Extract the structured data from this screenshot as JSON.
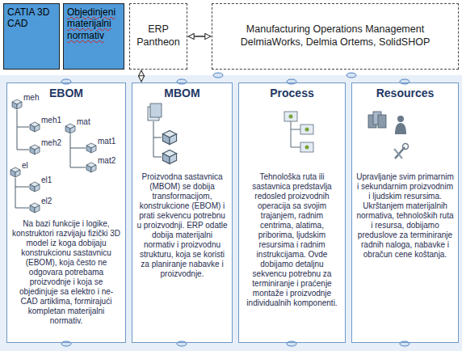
{
  "diagram": {
    "nodes": [
      {
        "text": [
          "CATIA 3D CAD"
        ]
      },
      {
        "text": [
          "Objedinjeni materijalni normativ"
        ]
      },
      {
        "text": [
          "ERP Pantheon"
        ]
      },
      {
        "text": [
          "Manufacturing Operations Management",
          "DelmiaWorks, Delmia Ortems, SolidSHOP"
        ]
      },
      {
        "text": [
          "EBOM",
          "Na bazi funkcije i logike, konstruktori razvijaju fizički 3D model iz koga dobijaju konstrukcionu sastavnicu (EBOM), koja često ne odgovara potrebama proizvodnje i koja se objedinjuje sa elektro i ne-CAD artiklima, formirajući kompletan materijalni normativ."
        ]
      },
      {
        "text": [
          "MBOM",
          "Proizvodna sastavnica (MBOM) se dobija transformacijom, konstrukcione (EBOM) i prati sekvencu potrebnu u proizvodnji. ERP odatle dobija materijalni normativ i proizvodnu strukturu, koja se koristi za planiranje nabavke i proizvodnje."
        ]
      },
      {
        "text": [
          "Process",
          "Tehnološka ruta ili sastavnica predstavlja redosled proizvodnih operacija sa svojim trajanjem, radnim centrima, alatima, priborima, ljudskim resursima i radnim instrukcijama. Ovde dobijamo detaljnu sekvencu potrebnu za terminiranje i praćenje montaže i proizvodnje individualnih komponenti."
        ]
      },
      {
        "text": [
          "Resources",
          "Upravljanje svim primarnim i sekundarnim proizvodnim i ljudskim resursima. Ukrštanjem materijalnih normativa, tehnoloških ruta i resursa, dobijamo preduslove za terminiranje radnih naloga, nabavke i obračun cene koštanja."
        ]
      }
    ],
    "edges": [
      {
        "from": 2,
        "to": 3,
        "arrow": "both"
      },
      {
        "from": 2,
        "to": 5,
        "arrow": "both"
      }
    ],
    "labels": [
      "meh",
      "meh1",
      "meh2",
      "mat",
      "mat1",
      "mat2",
      "el",
      "el1",
      "el2"
    ]
  }
}
